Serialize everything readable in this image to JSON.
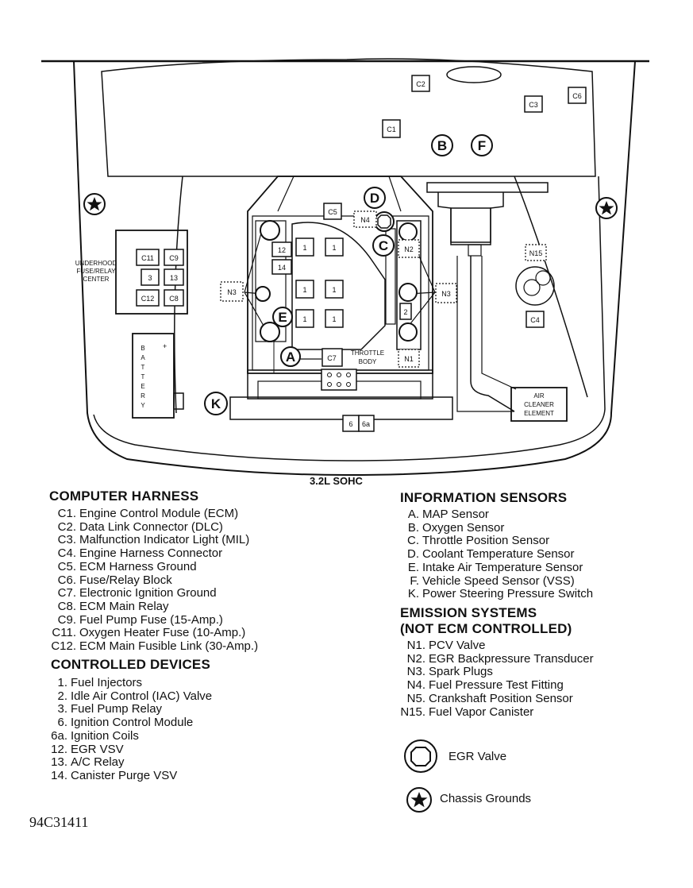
{
  "diagram": {
    "caption": "3.2L SOHC",
    "figure_id": "94C31411",
    "labels": {
      "C1": "C1",
      "C2": "C2",
      "C3": "C3",
      "C4": "C4",
      "C5": "C5",
      "C6": "C6",
      "C7": "C7",
      "C8": "C8",
      "C9": "C9",
      "C11": "C11",
      "C12": "C12",
      "N1": "N1",
      "N2": "N2",
      "N3": "N3",
      "N4": "N4",
      "N15": "N15",
      "A": "A",
      "B": "B",
      "C": "C",
      "D": "D",
      "E": "E",
      "F": "F",
      "K": "K",
      "one": "1",
      "two": "2",
      "three": "3",
      "six": "6",
      "six_a": "6a",
      "twelve": "12",
      "thirteen": "13",
      "fourteen": "14",
      "fuse_center": [
        "UNDERHOOD",
        "FUSE/RELAY",
        "CENTER"
      ],
      "battery": [
        "B",
        "A",
        "T",
        "T",
        "E",
        "R",
        "Y"
      ],
      "throttle_body": [
        "THROTTLE",
        "BODY"
      ],
      "air_cleaner": [
        "AIR",
        "CLEANER",
        "ELEMENT"
      ]
    }
  },
  "computer_harness": {
    "title": "COMPUTER HARNESS",
    "items": [
      {
        "key": "C1.",
        "text": "Engine Control Module (ECM)"
      },
      {
        "key": "C2.",
        "text": "Data Link Connector (DLC)"
      },
      {
        "key": "C3.",
        "text": "Malfunction Indicator Light (MIL)"
      },
      {
        "key": "C4.",
        "text": "Engine Harness Connector"
      },
      {
        "key": "C5.",
        "text": "ECM Harness Ground"
      },
      {
        "key": "C6.",
        "text": "Fuse/Relay Block"
      },
      {
        "key": "C7.",
        "text": "Electronic Ignition Ground"
      },
      {
        "key": "C8.",
        "text": "ECM Main Relay"
      },
      {
        "key": "C9.",
        "text": "Fuel Pump Fuse (15-Amp.)"
      },
      {
        "key": "C11.",
        "text": "Oxygen Heater Fuse (10-Amp.)"
      },
      {
        "key": "C12.",
        "text": "ECM Main Fusible Link (30-Amp.)"
      }
    ]
  },
  "controlled_devices": {
    "title": "CONTROLLED DEVICES",
    "items": [
      {
        "key": "1.",
        "text": "Fuel Injectors"
      },
      {
        "key": "2.",
        "text": "Idle Air Control (IAC) Valve"
      },
      {
        "key": "3.",
        "text": "Fuel Pump Relay"
      },
      {
        "key": "6.",
        "text": "Ignition Control Module"
      },
      {
        "key": "6a.",
        "text": "Ignition Coils"
      },
      {
        "key": "12.",
        "text": "EGR VSV"
      },
      {
        "key": "13.",
        "text": "A/C Relay"
      },
      {
        "key": "14.",
        "text": "Canister Purge VSV"
      }
    ]
  },
  "information_sensors": {
    "title": "INFORMATION SENSORS",
    "items": [
      {
        "key": "A.",
        "text": "MAP Sensor"
      },
      {
        "key": "B.",
        "text": "Oxygen Sensor"
      },
      {
        "key": "C.",
        "text": "Throttle Position Sensor"
      },
      {
        "key": "D.",
        "text": "Coolant Temperature Sensor"
      },
      {
        "key": "E.",
        "text": "Intake Air Temperature Sensor"
      },
      {
        "key": "F.",
        "text": "Vehicle Speed Sensor (VSS)"
      },
      {
        "key": "K.",
        "text": "Power Steering Pressure Switch"
      }
    ]
  },
  "emission_systems": {
    "title_line1": "EMISSION SYSTEMS",
    "title_line2": "(NOT ECM CONTROLLED)",
    "items": [
      {
        "key": "N1.",
        "text": "PCV Valve"
      },
      {
        "key": "N2.",
        "text": "EGR Backpressure Transducer"
      },
      {
        "key": "N3.",
        "text": "Spark Plugs"
      },
      {
        "key": "N4.",
        "text": "Fuel Pressure Test Fitting"
      },
      {
        "key": "N5.",
        "text": "Crankshaft Position Sensor"
      },
      {
        "key": "N15.",
        "text": "Fuel Vapor Canister"
      }
    ]
  },
  "legend": {
    "egr_valve": "EGR Valve",
    "chassis_grounds": "Chassis Grounds"
  }
}
